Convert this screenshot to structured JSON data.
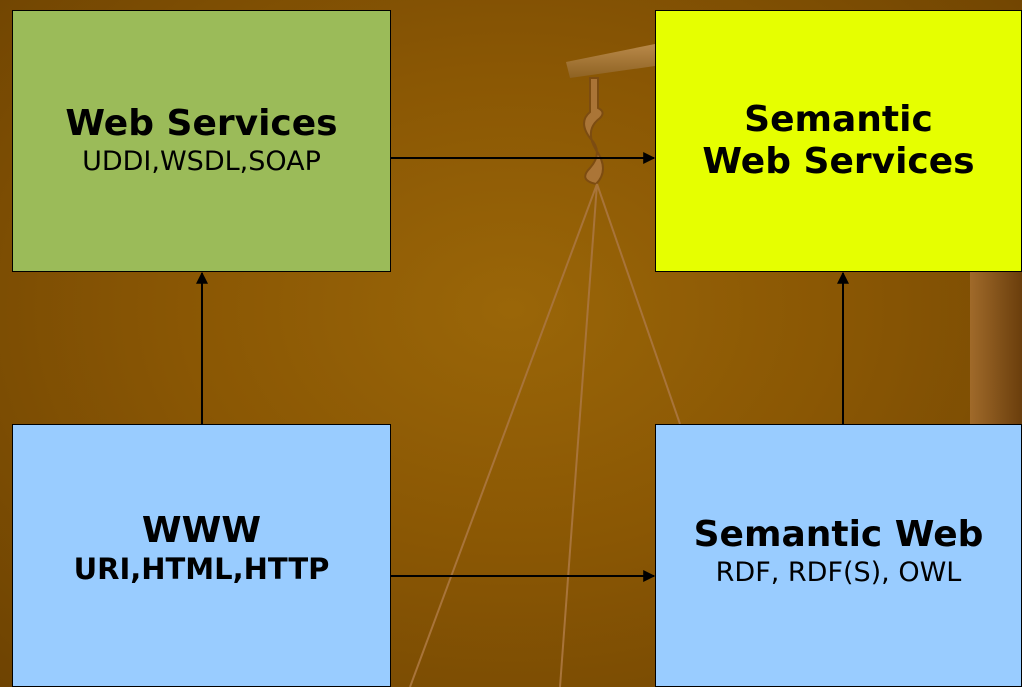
{
  "colors": {
    "web_services_fill": "#9bbb59",
    "semantic_web_services_fill": "#e6ff00",
    "www_fill": "#99ccff",
    "semantic_web_fill": "#99ccff",
    "background": "#8a5704",
    "arrow": "#000000"
  },
  "boxes": {
    "web_services": {
      "title": "Web Services",
      "subtitle": "UDDI,WSDL,SOAP"
    },
    "semantic_web_services": {
      "title_line1": "Semantic",
      "title_line2": "Web Services"
    },
    "www": {
      "title": "WWW",
      "subtitle": "URI,HTML,HTTP"
    },
    "semantic_web": {
      "title": "Semantic Web",
      "subtitle": "RDF, RDF(S), OWL"
    }
  },
  "arrows": [
    {
      "from": "web_services",
      "to": "semantic_web_services"
    },
    {
      "from": "www",
      "to": "semantic_web"
    },
    {
      "from": "www",
      "to": "web_services"
    },
    {
      "from": "semantic_web",
      "to": "semantic_web_services"
    }
  ],
  "background_graphic": "pulley-hook-with-ropes"
}
